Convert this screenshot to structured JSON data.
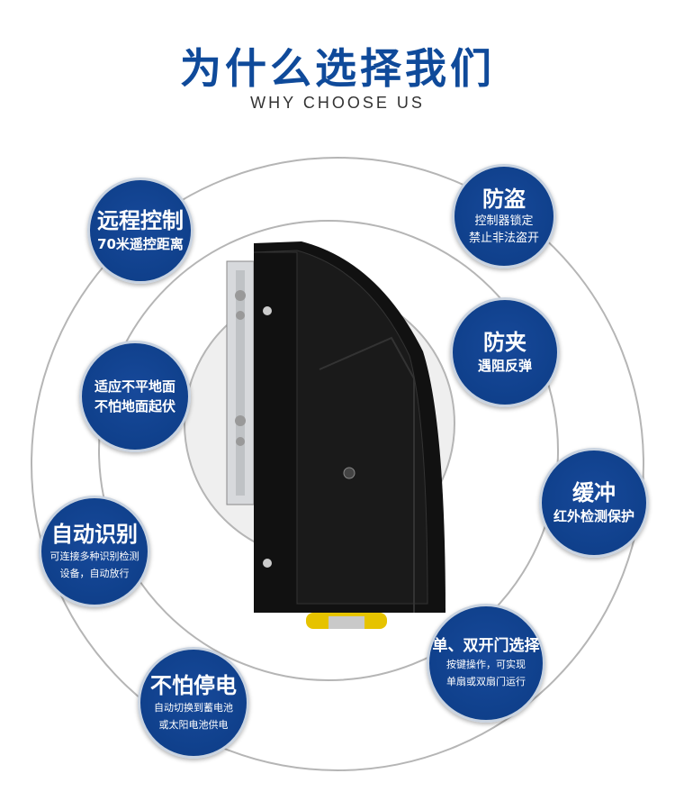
{
  "header": {
    "title": "为什么选择我们",
    "subtitle": "WHY CHOOSE US"
  },
  "features": [
    {
      "title": "远程控制",
      "lines": [
        "70米遥控距离"
      ]
    },
    {
      "title": "防盗",
      "lines": [
        "控制器锁定",
        "禁止非法盗开"
      ]
    },
    {
      "title": "防夹",
      "lines": [
        "遇阻反弹"
      ]
    },
    {
      "title": "适应不平地面",
      "lines": [
        "不怕地面起伏"
      ]
    },
    {
      "title": "缓冲",
      "lines": [
        "红外检测保护"
      ]
    },
    {
      "title": "自动识别",
      "lines": [
        "可连接多种识别检测",
        "设备，自动放行"
      ]
    },
    {
      "title": "单、双开门选择",
      "lines": [
        "按键操作，可实现",
        "单扇或双扇门运行"
      ]
    },
    {
      "title": "不怕停电",
      "lines": [
        "自动切换到蓄电池",
        "或太阳电池供电"
      ]
    }
  ],
  "colors": {
    "brand": "#0f4a9a"
  }
}
